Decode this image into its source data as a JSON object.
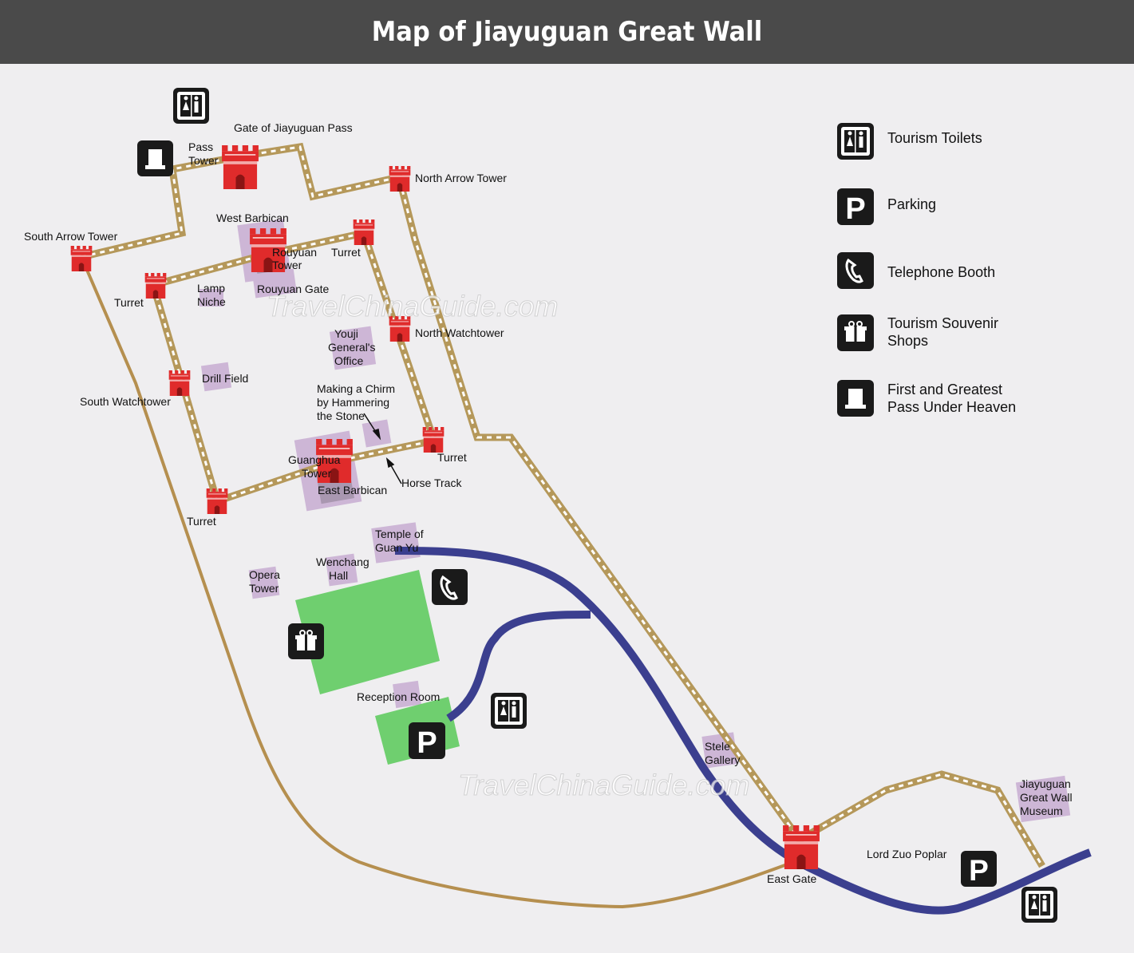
{
  "title": "Map of Jiayuguan Great Wall",
  "colors": {
    "header_bg": "#4a4a4a",
    "background": "#efeef0",
    "wall_gold": "#b5985a",
    "wall_inner": "#ffffff",
    "road_blue": "#3b3f8f",
    "path_tan": "#b58f4f",
    "tower_red": "#e02b2b",
    "area_purple": "#cdb6d6",
    "green_area": "#6fcf6f",
    "icon_black": "#1a1a1a"
  },
  "watermark": "TravelChinaGuide.com",
  "labels": {
    "gate_of_pass": "Gate of Jiayuguan Pass",
    "pass_tower_1": "Pass",
    "pass_tower_2": "Tower",
    "north_arrow_tower": "North Arrow Tower",
    "west_barbican": "West Barbican",
    "south_arrow_tower": "South Arrow Tower",
    "rouyuan_tower_1": "Rouyuan",
    "rouyuan_tower_2": "Tower",
    "turret_nw": "Turret",
    "turret_w": "Turret",
    "lamp_niche_1": "Lamp",
    "lamp_niche_2": "Niche",
    "rouyuan_gate": "Rouyuan Gate",
    "north_watchtower": "North Watchtower",
    "youji_1": "Youji",
    "youji_2": "General's",
    "youji_3": "Office",
    "drill_field": "Drill Field",
    "south_watchtower": "South Watchtower",
    "chirm_1": "Making a Chirm",
    "chirm_2": "by Hammering",
    "chirm_3": "the Stone",
    "turret_e": "Turret",
    "guanghua_1": "Guanghua",
    "guanghua_2": "Tower",
    "horse_track": "Horse Track",
    "east_barbican": "East Barbican",
    "turret_sw": "Turret",
    "temple_1": "Temple of",
    "temple_2": "Guan Yu",
    "wenchang_1": "Wenchang",
    "wenchang_2": "Hall",
    "opera_1": "Opera",
    "opera_2": "Tower",
    "reception_room": "Reception Room",
    "stele_1": "Stele",
    "stele_2": "Gallery",
    "museum_1": "Jiayuguan",
    "museum_2": "Great Wall",
    "museum_3": "Museum",
    "lord_zuo": "Lord Zuo Poplar",
    "east_gate": "East Gate"
  },
  "legend": [
    {
      "icon": "toilet-icon",
      "label_1": "Tourism Toilets",
      "label_2": ""
    },
    {
      "icon": "parking-icon",
      "label_1": "Parking",
      "label_2": ""
    },
    {
      "icon": "telephone-icon",
      "label_1": "Telephone Booth",
      "label_2": ""
    },
    {
      "icon": "gift-icon",
      "label_1": "Tourism Souvenir",
      "label_2": "Shops"
    },
    {
      "icon": "first-pass-icon",
      "label_1": "First and Greatest",
      "label_2": "Pass Under Heaven"
    }
  ]
}
